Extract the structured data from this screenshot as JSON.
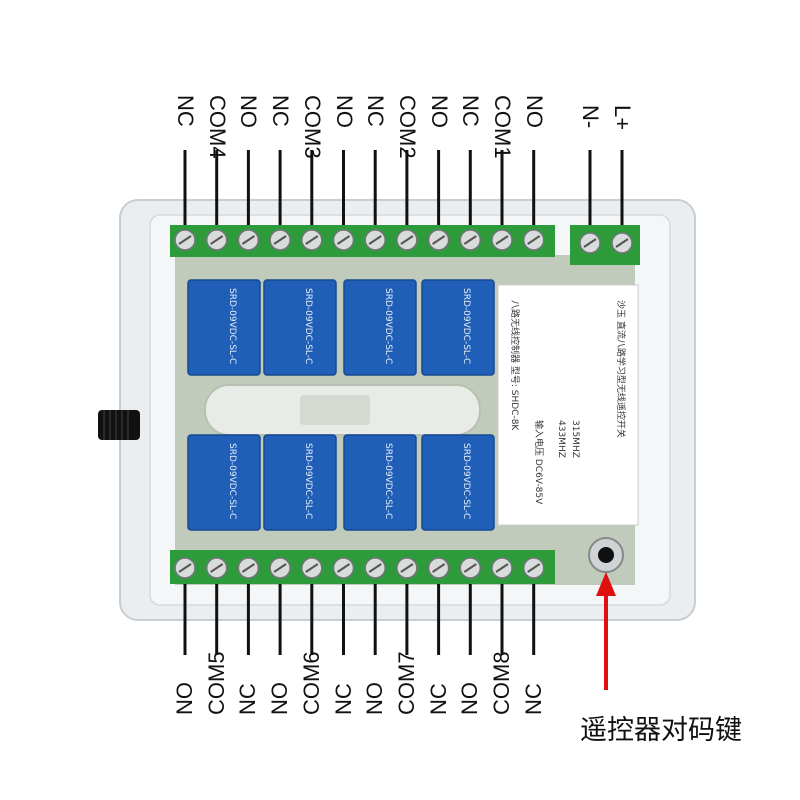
{
  "top_labels": [
    "NC",
    "COM4",
    "NO",
    "NC",
    "COM3",
    "NO",
    "NC",
    "COM2",
    "NO",
    "NC",
    "COM1",
    "NO"
  ],
  "power_labels": [
    "N-",
    "L+"
  ],
  "bottom_labels": [
    "NO",
    "COM5",
    "NC",
    "NO",
    "COM6",
    "NC",
    "NO",
    "COM7",
    "NC",
    "NO",
    "COM8",
    "NC"
  ],
  "caption": "遥控器对码键",
  "module_label": {
    "title": "沙玉 直流八路学习型无线遥控开关",
    "model": "八路无线控制器 型号: SHDC-8K",
    "voltage": "输入电压 DC6V-85V",
    "freq_options": [
      "315MHZ",
      "433MHZ"
    ]
  },
  "relay_text": "SRD-09VDC-SL-C",
  "colors": {
    "terminal_green": "#2e9b3a",
    "relay_blue": "#1f5fb8",
    "wire": "#111111",
    "arrow": "#e01010"
  }
}
